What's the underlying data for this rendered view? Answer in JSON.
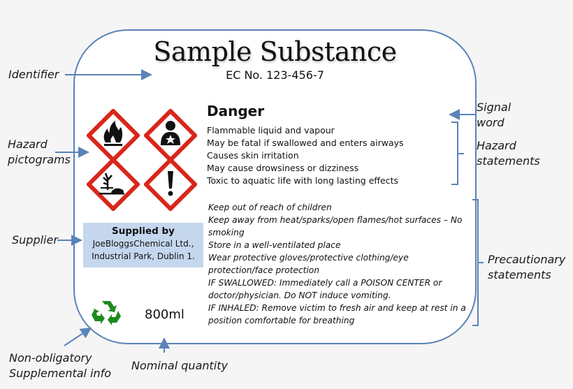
{
  "label": {
    "title": "Sample Substance",
    "identifier_number": "EC No. 123-456-7",
    "signal_word": "Danger",
    "hazard_statements": [
      "Flammable liquid and vapour",
      "May be fatal if swallowed and enters airways",
      "Causes skin irritation",
      "May cause drowsiness or dizziness",
      "Toxic to aquatic life with long lasting effects"
    ],
    "precautionary_statements": [
      "Keep out of reach of children",
      "Keep away from heat/sparks/open flames/hot surfaces – No",
      "smoking",
      "Store in a well-ventilated place",
      "Wear protective gloves/protective clothing/eye",
      "protection/face protection",
      "IF SWALLOWED: Immediately call a POISON CENTER or",
      "doctor/physician. Do NOT induce vomiting.",
      "IF INHALED: Remove victim to fresh air and keep at rest in a",
      "position comfortable for breathing"
    ],
    "pictograms": [
      {
        "icon": "flame-icon",
        "name": "Flammable"
      },
      {
        "icon": "health-hazard-icon",
        "name": "Health hazard"
      },
      {
        "icon": "environment-icon",
        "name": "Environmental hazard"
      },
      {
        "icon": "exclamation-icon",
        "name": "Irritant"
      }
    ],
    "supplier": {
      "heading": "Supplied by",
      "line1": "JoeBloggsChemical Ltd.,",
      "line2": "Industrial Park, Dublin 1."
    },
    "supplemental_icon": "recycle-icon",
    "nominal_quantity": "800ml"
  },
  "annotations": {
    "identifier": "Identifier",
    "hazard_pictograms": [
      "Hazard",
      "pictograms"
    ],
    "supplier": "Supplier",
    "supplemental": [
      "Non-obligatory",
      "Supplemental info"
    ],
    "nominal_quantity": "Nominal quantity",
    "signal_word": [
      "Signal",
      "word"
    ],
    "hazard_statements": [
      "Hazard",
      "statements"
    ],
    "precautionary_statements": [
      "Precautionary",
      "statements"
    ]
  },
  "colors": {
    "accent_blue": "#5a83b8",
    "supplier_bg": "#c5d7ee",
    "pictogram_red": "#d9261c",
    "recycle_green": "#1f8a1f",
    "background": "#f5f5f5"
  }
}
